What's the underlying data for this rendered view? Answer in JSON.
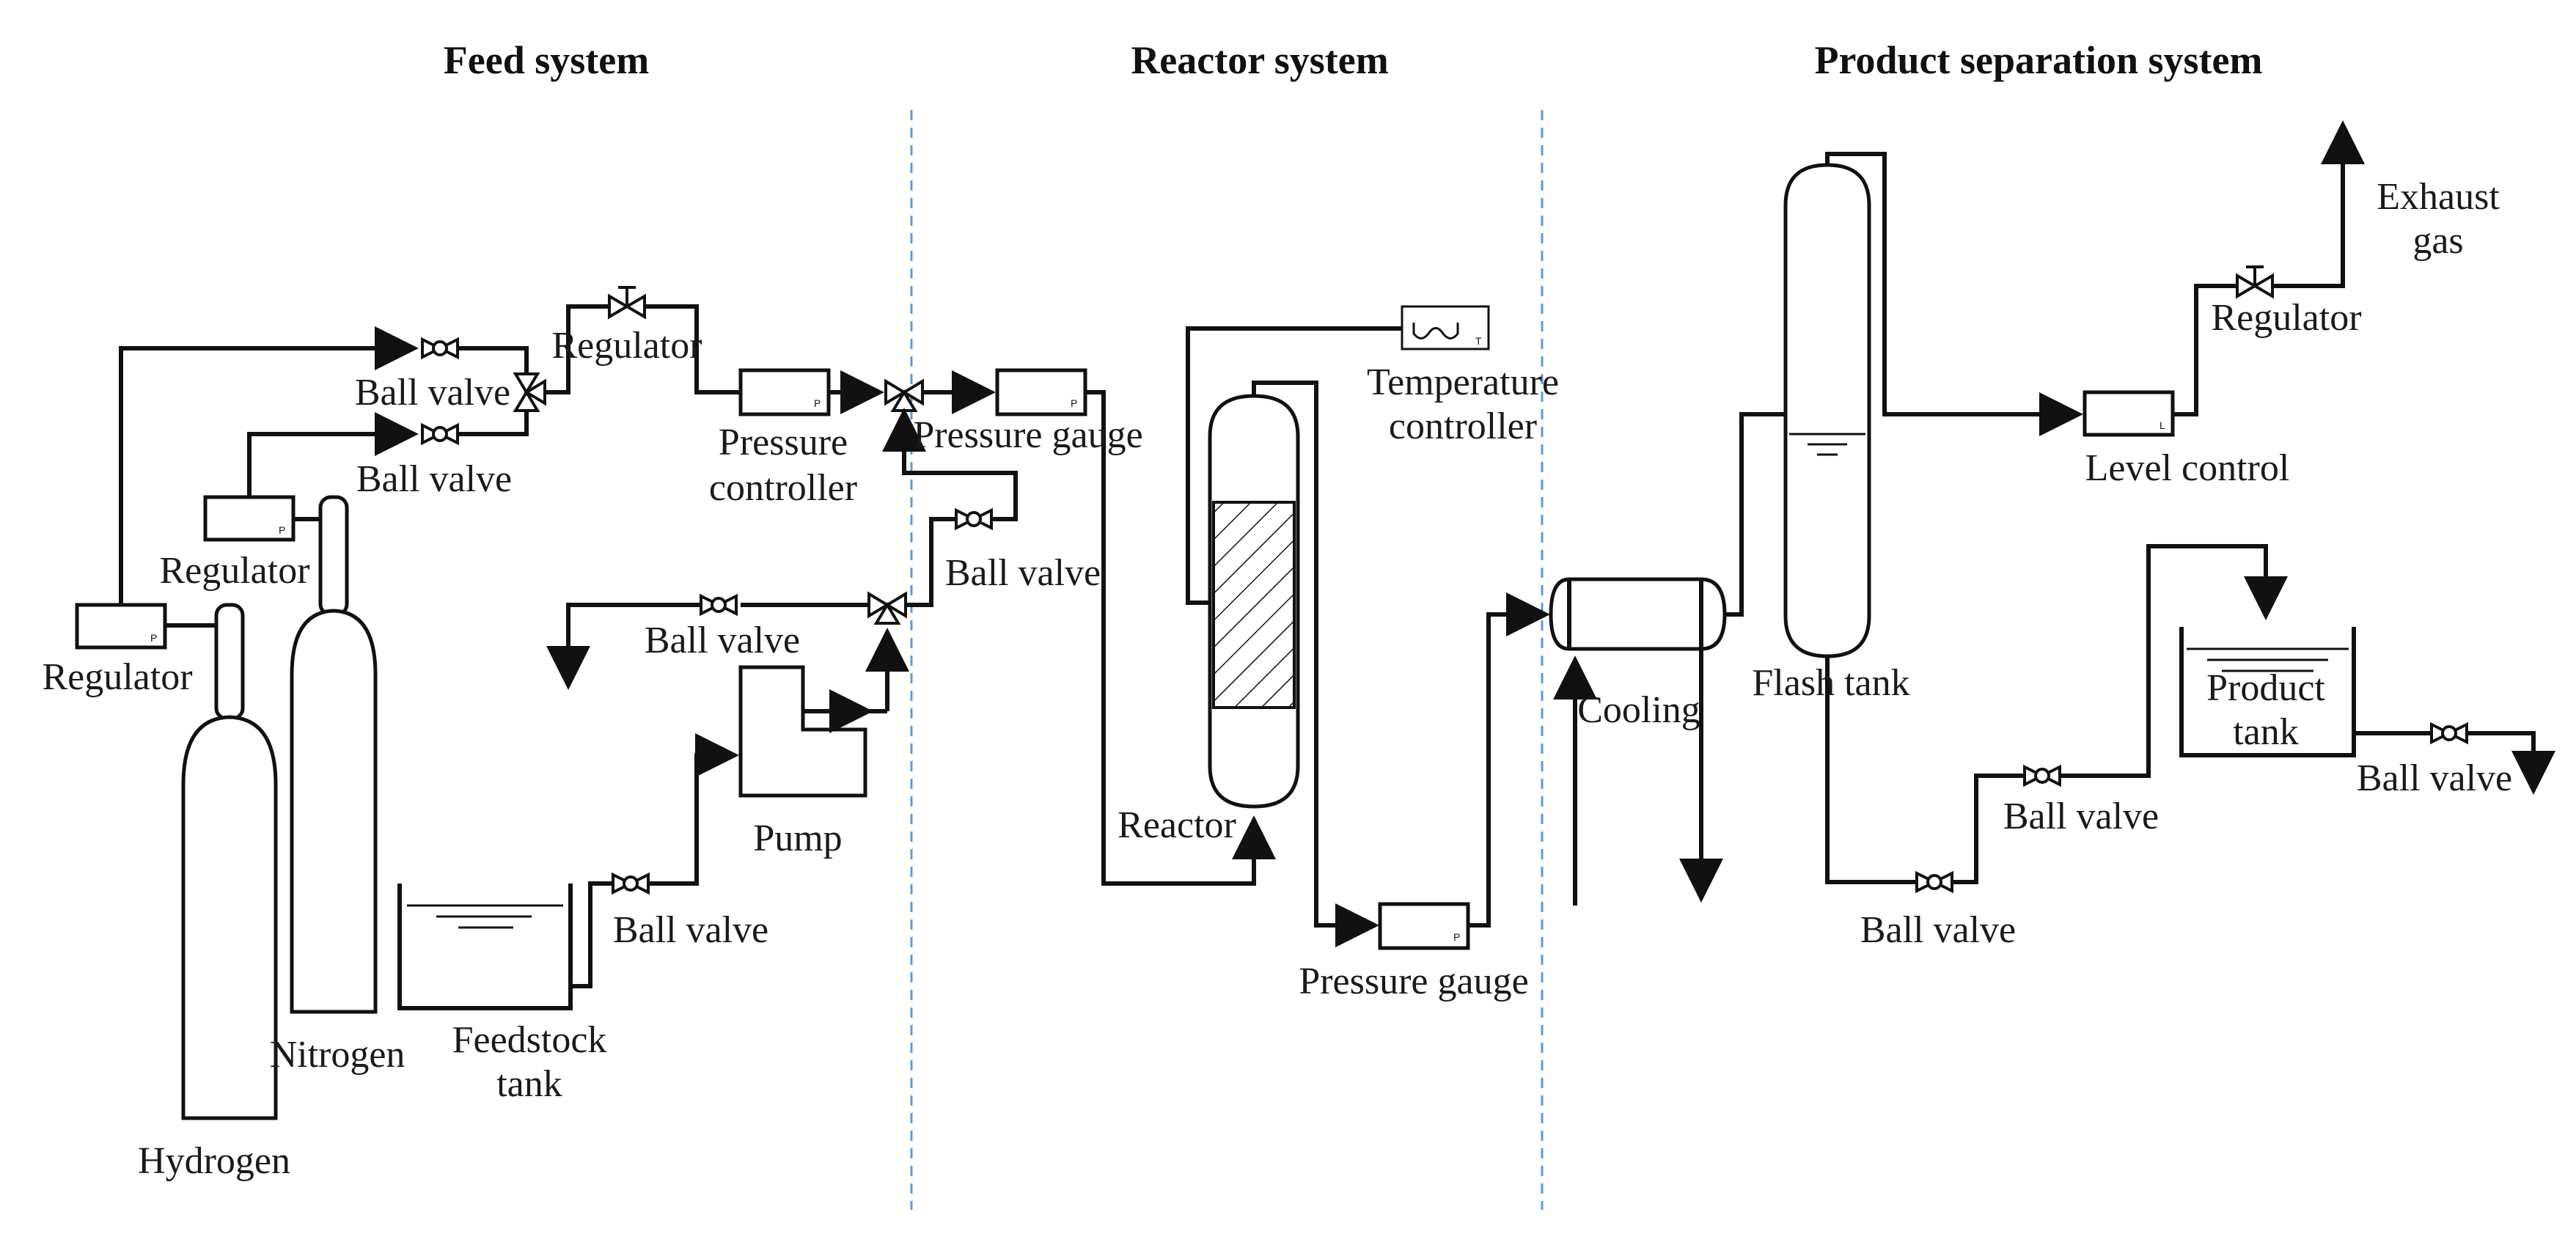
{
  "sections": {
    "feed": "Feed system",
    "reactor": "Reactor system",
    "separation": "Product separation system"
  },
  "labels": {
    "regulator_1": "Regulator",
    "regulator_2": "Regulator",
    "regulator_3": "Regulator",
    "regulator_4": "Regulator",
    "ball_valve_1": "Ball valve",
    "ball_valve_2": "Ball valve",
    "ball_valve_3": "Ball valve",
    "ball_valve_4": "Ball valve",
    "ball_valve_5": "Ball valve",
    "ball_valve_6": "Ball valve",
    "ball_valve_7": "Ball valve",
    "ball_valve_8": "Ball valve",
    "pressure_controller_1": "Pressure",
    "pressure_controller_2": "controller",
    "pressure_gauge_1": "Pressure gauge",
    "pressure_gauge_2": "Pressure gauge",
    "temperature_controller_1": "Temperature",
    "temperature_controller_2": "controller",
    "pump": "Pump",
    "feedstock_tank_1": "Feedstock",
    "feedstock_tank_2": "tank",
    "nitrogen": "Nitrogen",
    "hydrogen": "Hydrogen",
    "reactor": "Reactor",
    "cooling": "Cooling",
    "flash_tank": "Flash tank",
    "level_control": "Level control",
    "exhaust_gas_1": "Exhaust",
    "exhaust_gas_2": "gas",
    "product_tank_1": "Product",
    "product_tank_2": "tank"
  },
  "instrument_tags": {
    "pressure": "P",
    "temperature": "T",
    "level": "L"
  }
}
